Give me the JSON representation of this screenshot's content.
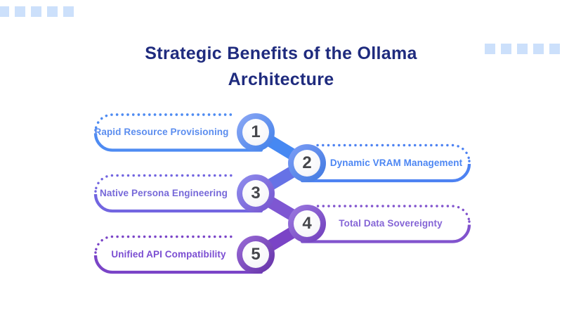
{
  "title": {
    "line1": "Strategic Benefits of the Ollama",
    "line2": "Architecture"
  },
  "items": [
    {
      "number": "1",
      "label": "Rapid Resource Provisioning",
      "side": "left",
      "border_color": "#4e8bf2",
      "text_color": "#5b8def"
    },
    {
      "number": "2",
      "label": "Dynamic VRAM Management",
      "side": "right",
      "border_color": "#4d82f2",
      "text_color": "#4c86f3"
    },
    {
      "number": "3",
      "label": "Native Persona Engineering",
      "side": "left",
      "border_color": "#7265e0",
      "text_color": "#7668d9"
    },
    {
      "number": "4",
      "label": "Total Data Sovereignty",
      "side": "right",
      "border_color": "#8153cd",
      "text_color": "#8565d6"
    },
    {
      "number": "5",
      "label": "Unified API Compatibility",
      "side": "left",
      "border_color": "#7a44c7",
      "text_color": "#7b4ed2"
    }
  ],
  "colors": {
    "title_text": "#1f2b7e",
    "deco_square": "#cce0fb",
    "number_text": "#45464b",
    "chain_top": "#3e7fe9",
    "chain_bottom": "#6330a6",
    "background": "#ffffff"
  }
}
